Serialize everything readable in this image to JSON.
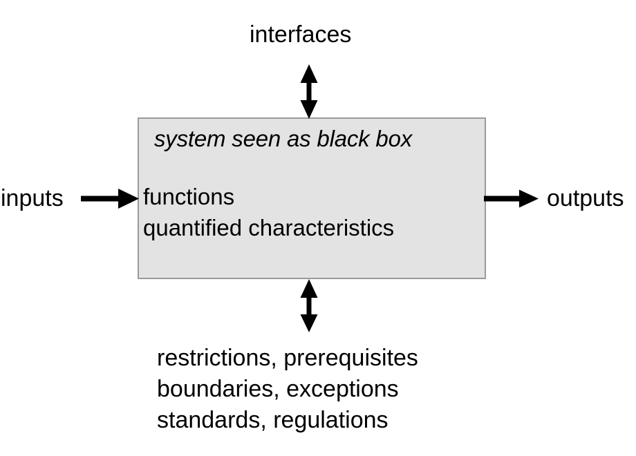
{
  "diagram": {
    "title": "system seen as black box",
    "box": {
      "caption": "system seen as black box",
      "line1": "functions",
      "line2": "quantified characteristics",
      "fill_color": "#e3e3e3",
      "border_color": "#9a9a9a"
    },
    "labels": {
      "top": "interfaces",
      "left": "inputs",
      "right": "outputs",
      "bottom_line1": "restrictions, prerequisites",
      "bottom_line2": "boundaries, exceptions",
      "bottom_line3": "standards, regulations"
    },
    "arrows": {
      "top": "double-headed-vertical-arrow",
      "bottom": "double-headed-vertical-arrow",
      "left": "right-pointing-arrow",
      "right": "right-pointing-arrow",
      "color": "#000000"
    }
  }
}
